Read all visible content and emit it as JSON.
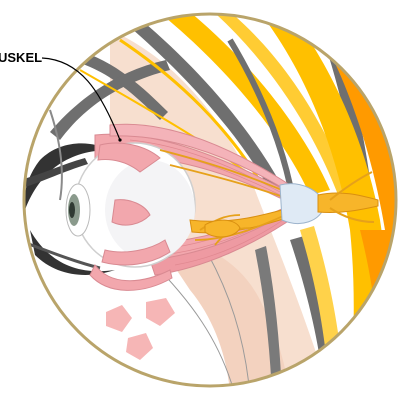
{
  "label": {
    "text": "USKEL"
  },
  "colors": {
    "frame": "#b9a46a",
    "gray_band": "#6f6f6f",
    "yellow_band": "#ffc000",
    "orange_band": "#ff9a00",
    "muscle_pink": "#f2a7ad",
    "skin_tone": "#f7dfcf",
    "eyeball": "#ffffff",
    "iris": "#8a9a8c",
    "nerve_orange": "#f7b52a",
    "lid_dark": "#333333",
    "fat_pink": "#f6b6b6"
  },
  "icons": {
    "pointer": "leader-line",
    "frame": "circular-frame"
  }
}
